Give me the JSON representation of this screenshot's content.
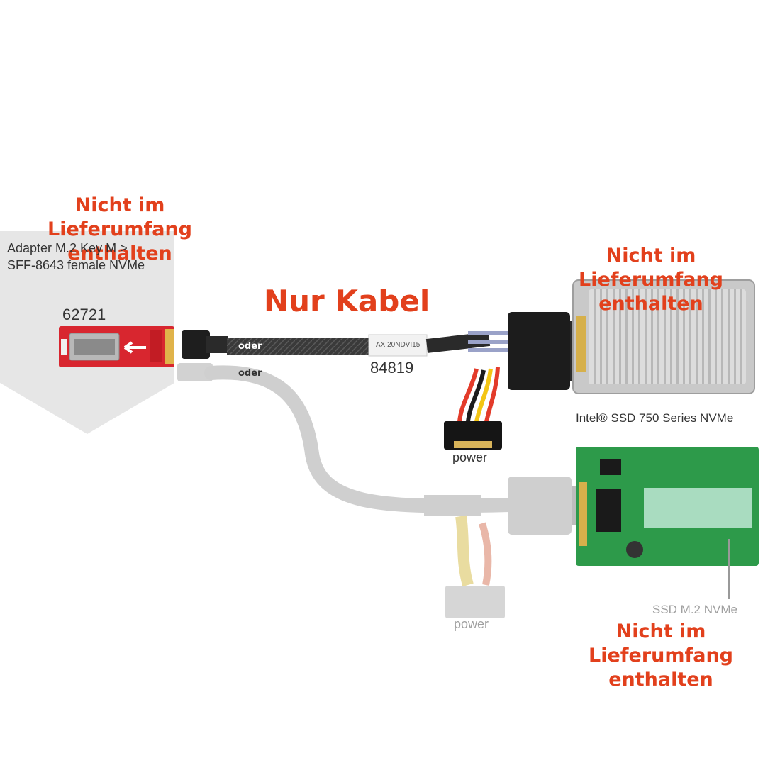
{
  "title": "Nur Kabel",
  "notes": {
    "left": [
      "Nicht im",
      "Lieferumfang",
      "enthalten"
    ],
    "right_top": [
      "Nicht im",
      "Lieferumfang",
      "enthalten"
    ],
    "right_bottom": [
      "Nicht im",
      "Lieferumfang",
      "enthalten"
    ]
  },
  "adapter": {
    "line1": "Adapter M.2 Key M >",
    "line2": "SFF-8643 female NVMe",
    "part_number": "62721"
  },
  "cable": {
    "part_number": "84819",
    "sleeve_text": "AX 20NDVI15",
    "or_top": "oder",
    "or_bottom": "oder"
  },
  "power_top": "power",
  "power_bottom": "power",
  "ssd_top_label": "Intel® SSD 750 Series NVMe",
  "ssd_bottom_label": "SSD M.2 NVMe",
  "colors": {
    "accent": "#e2401c",
    "pcb_red": "#d8262f",
    "pcb_green": "#2d9a4a",
    "cable_dark": "#2a2a2a",
    "cable_faded": "#c8c8c8"
  }
}
